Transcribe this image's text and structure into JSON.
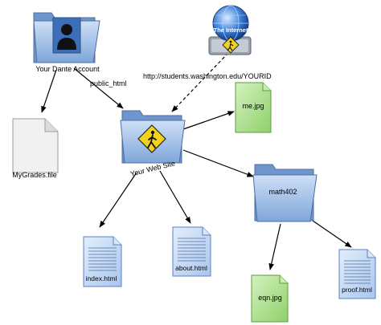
{
  "nodes": {
    "dante_account": {
      "label": "Your Dante Account",
      "icon": "person-folder-icon"
    },
    "internet": {
      "label": "The Internet",
      "icon": "globe-drive-icon"
    },
    "web_site": {
      "label": "Your Web Site",
      "icon": "pedestrian-folder-icon"
    },
    "grades": {
      "label": "MyGrades.file",
      "icon": "blank-file-icon"
    },
    "me_jpg": {
      "label": "me.jpg",
      "icon": "image-file-icon"
    },
    "math402": {
      "label": "math402",
      "icon": "folder-icon"
    },
    "index_html": {
      "label": "index.html",
      "icon": "html-file-icon"
    },
    "about_html": {
      "label": "about.html",
      "icon": "html-file-icon"
    },
    "eqn_jpg": {
      "label": "eqn.jpg",
      "icon": "image-file-icon"
    },
    "proof_html": {
      "label": "proof.html",
      "icon": "html-file-icon"
    }
  },
  "edges": {
    "public_html": "public_html",
    "url": "http://students.washington.edu/YOURID"
  },
  "colors": {
    "folder_blue": "#9dbde6",
    "html_file_blue": "#c9dcf4",
    "image_file_green": "#a9dc8a",
    "road_sign_yellow": "#f3d21c"
  }
}
